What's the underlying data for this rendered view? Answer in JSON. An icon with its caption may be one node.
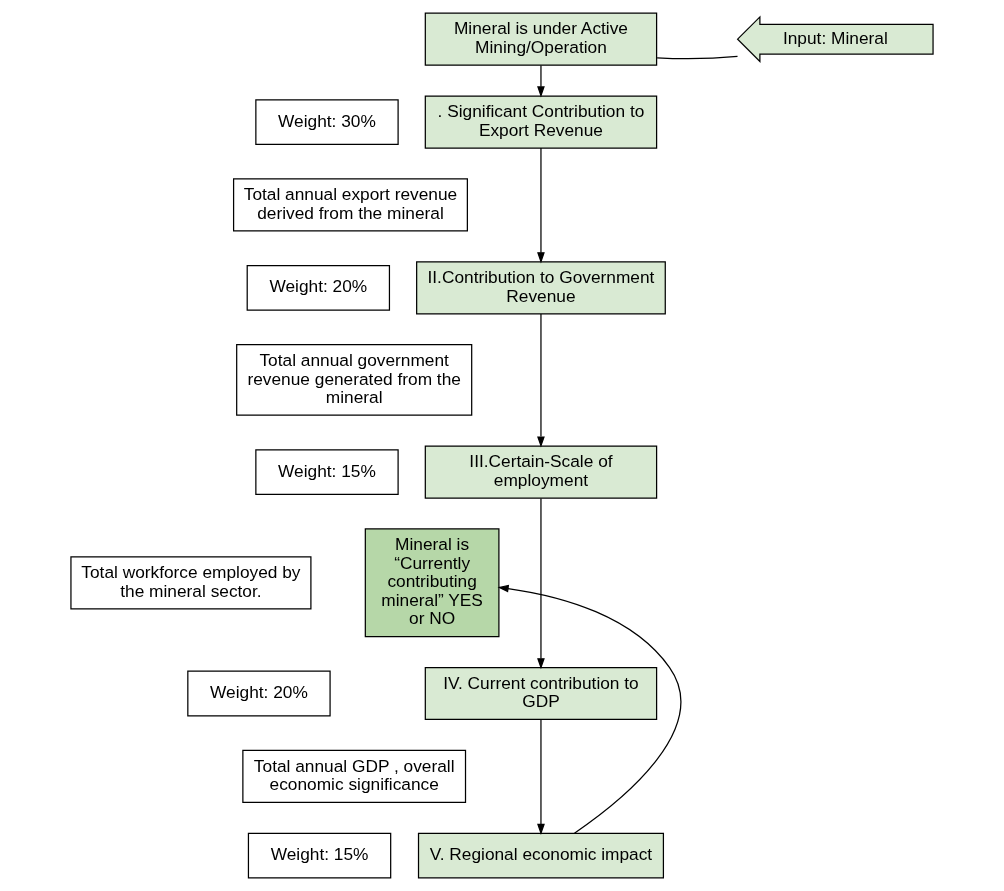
{
  "diagram": {
    "nodes": [
      {
        "text": [
          "Mineral is under Active Mining/Operation"
        ]
      },
      {
        "text": [
          "Input: Mineral"
        ]
      },
      {
        "text": [
          "Weight: 30%"
        ]
      },
      {
        "text": [
          ". Significant Contribution to Export Revenue"
        ]
      },
      {
        "text": [
          "Total annual export revenue derived from the mineral"
        ]
      },
      {
        "text": [
          "Weight: 20%"
        ]
      },
      {
        "text": [
          "II.Contribution to Government Revenue"
        ]
      },
      {
        "text": [
          "Total annual government revenue generated from the mineral"
        ]
      },
      {
        "text": [
          "Weight: 15%"
        ]
      },
      {
        "text": [
          "III.Certain-Scale of employment"
        ]
      },
      {
        "text": [
          "Total workforce employed by the mineral sector."
        ]
      },
      {
        "text": [
          "Weight: 20%"
        ]
      },
      {
        "text": [
          "IV. Current contribution to GDP"
        ]
      },
      {
        "text": [
          "Total annual GDP , overall economic significance"
        ]
      },
      {
        "text": [
          "Weight: 15%"
        ]
      },
      {
        "text": [
          "V. Regional economic impact"
        ]
      },
      {
        "text": [
          "Mineral is “Currently contributing mineral” YES or NO"
        ]
      }
    ],
    "edges": [
      {
        "from": 1,
        "to": 0,
        "arrow": "none"
      },
      {
        "from": 0,
        "to": 3,
        "arrow": "to"
      },
      {
        "from": 3,
        "to": 6,
        "arrow": "to"
      },
      {
        "from": 6,
        "to": 9,
        "arrow": "to"
      },
      {
        "from": 9,
        "to": 12,
        "arrow": "to"
      },
      {
        "from": 12,
        "to": 15,
        "arrow": "to"
      },
      {
        "from": 15,
        "to": 16,
        "arrow": "to"
      }
    ]
  }
}
